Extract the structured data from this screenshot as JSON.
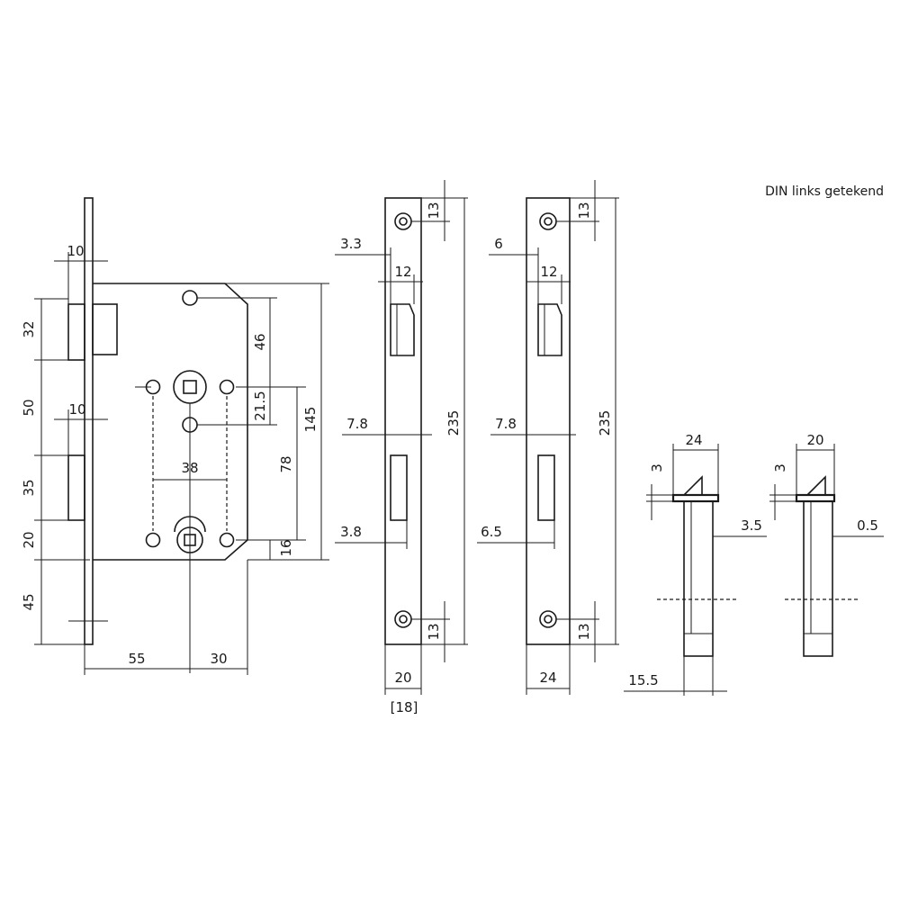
{
  "note": "DIN links getekend",
  "lock_body": {
    "dims": {
      "d10_top": "10",
      "d32": "32",
      "d50": "50",
      "d10_mid": "10",
      "d35": "35",
      "d20": "20",
      "d45": "45",
      "d55": "55",
      "d30": "30",
      "d46": "46",
      "d21_5": "21.5",
      "d38": "38",
      "d78": "78",
      "d16": "16",
      "d145": "145"
    }
  },
  "faceplate_20": {
    "dims": {
      "d13_top": "13",
      "d3_3": "3.3",
      "d12": "12",
      "d7_8": "7.8",
      "d3_8": "3.8",
      "d235": "235",
      "d13_bottom": "13",
      "d20": "20",
      "d18": "[18]"
    }
  },
  "faceplate_24": {
    "dims": {
      "d13_top": "13",
      "d6": "6",
      "d12": "12",
      "d7_8": "7.8",
      "d6_5": "6.5",
      "d235": "235",
      "d13_bottom": "13",
      "d24": "24"
    }
  },
  "latch_24": {
    "dims": {
      "d24": "24",
      "d3": "3",
      "d3_5": "3.5",
      "d15_5": "15.5"
    }
  },
  "latch_20": {
    "dims": {
      "d20": "20",
      "d3": "3",
      "d0_5": "0.5"
    }
  }
}
